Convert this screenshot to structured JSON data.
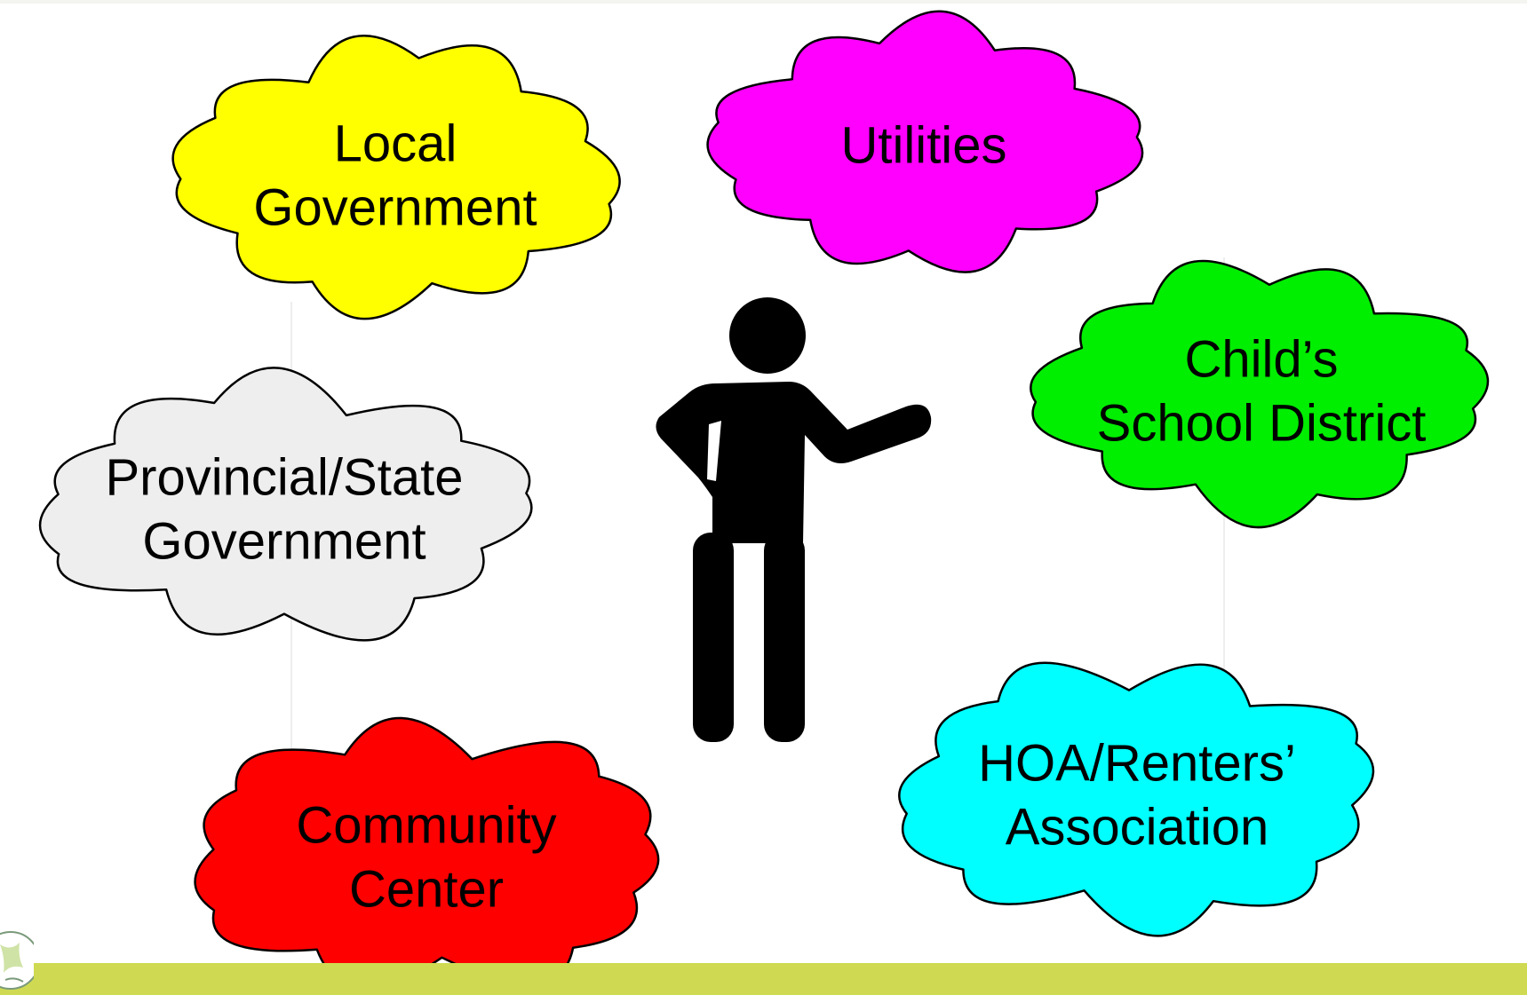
{
  "clouds": [
    {
      "id": "local-government",
      "lines": [
        "Local",
        "Government"
      ],
      "fill": "#ffff00"
    },
    {
      "id": "utilities",
      "lines": [
        "Utilities"
      ],
      "fill": "#ff00ff"
    },
    {
      "id": "childs-school-district",
      "lines": [
        "Child’s",
        "School District"
      ],
      "fill": "#00ee00"
    },
    {
      "id": "provincial-state-government",
      "lines": [
        "Provincial/State",
        "Government"
      ],
      "fill": "#eeeeee"
    },
    {
      "id": "hoa-renters-association",
      "lines": [
        "HOA/Renters’",
        "Association"
      ],
      "fill": "#00ffff"
    },
    {
      "id": "community-center",
      "lines": [
        "Community",
        "Center"
      ],
      "fill": "#ff0000"
    }
  ],
  "figure": {
    "icon": "person-pointing-icon",
    "color": "#000000"
  },
  "footer": {
    "band_color": "#cfda52",
    "logo_icon": "globe-logo-icon"
  }
}
